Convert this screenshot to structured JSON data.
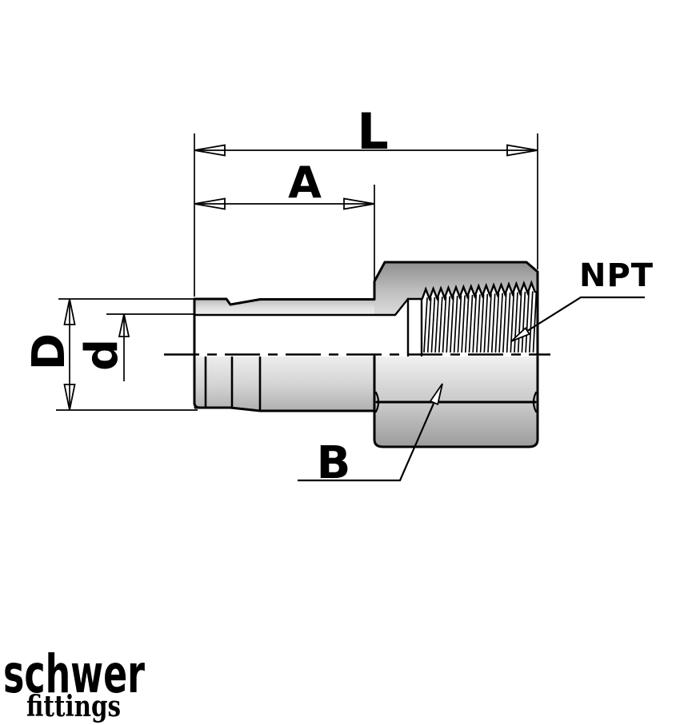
{
  "title": "schwer fittings technical drawing - female NPT tube adapter",
  "drawing": {
    "dimension_labels": {
      "overall_length": "L",
      "stub_length": "A",
      "outer_diameter": "D",
      "inner_diameter": "d"
    },
    "callouts": {
      "thread": "NPT",
      "hex": "B"
    }
  },
  "logo": {
    "name": "schwer",
    "tagline": "fittings",
    "color": "#b2aaa1"
  },
  "colors": {
    "line": "#000000",
    "background": "#ffffff"
  }
}
